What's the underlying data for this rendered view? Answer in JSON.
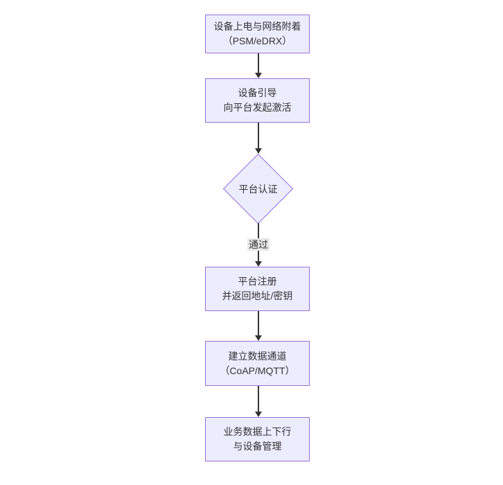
{
  "diagram": {
    "type": "flowchart",
    "direction": "top-down",
    "colors": {
      "background": "#ffffff",
      "node_fill": "#ECECFF",
      "node_border": "#9370DB",
      "edge_color": "#333333",
      "edge_label_bg": "#e8e8e8",
      "text_color": "#333333"
    },
    "nodes": [
      {
        "id": "A",
        "shape": "rect",
        "lines": [
          "设备上电与网络附着",
          "（PSM/eDRX）"
        ]
      },
      {
        "id": "B",
        "shape": "rect",
        "lines": [
          "设备引导",
          "向平台发起激活"
        ]
      },
      {
        "id": "C",
        "shape": "diamond",
        "lines": [
          "平台认证"
        ]
      },
      {
        "id": "D",
        "shape": "rect",
        "lines": [
          "平台注册",
          "并返回地址/密钥"
        ]
      },
      {
        "id": "E",
        "shape": "rect",
        "lines": [
          "建立数据通道",
          "（CoAP/MQTT）"
        ]
      },
      {
        "id": "F",
        "shape": "rect",
        "lines": [
          "业务数据上下行",
          "与设备管理"
        ]
      }
    ],
    "edges": [
      {
        "from": "A",
        "to": "B",
        "label": ""
      },
      {
        "from": "B",
        "to": "C",
        "label": ""
      },
      {
        "from": "C",
        "to": "D",
        "label": "通过"
      },
      {
        "from": "D",
        "to": "E",
        "label": ""
      },
      {
        "from": "E",
        "to": "F",
        "label": ""
      }
    ]
  }
}
